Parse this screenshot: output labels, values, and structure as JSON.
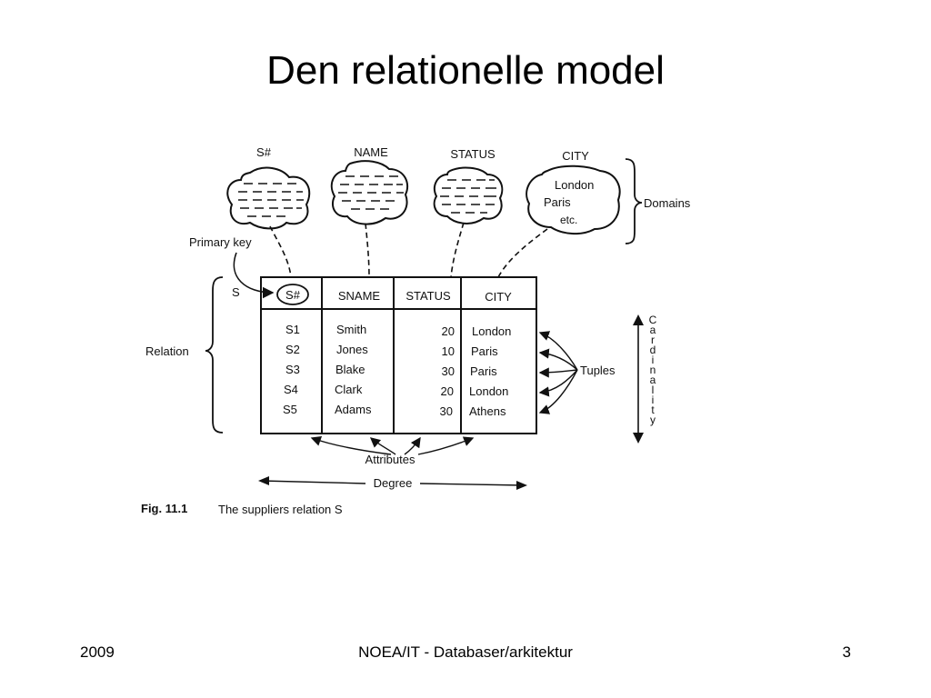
{
  "slide": {
    "title": "Den relationelle model"
  },
  "figure": {
    "domains": [
      {
        "name": "S#"
      },
      {
        "name": "NAME"
      },
      {
        "name": "STATUS"
      },
      {
        "name": "CITY",
        "values": [
          "London",
          "Paris",
          "etc."
        ]
      }
    ],
    "labels": {
      "domains": "Domains",
      "primary_key": "Primary key",
      "relation_name": "S",
      "relation": "Relation",
      "tuples": "Tuples",
      "cardinality": "Cardinality",
      "attributes": "Attributes",
      "degree": "Degree"
    },
    "table": {
      "headers": [
        "S#",
        "SNAME",
        "STATUS",
        "CITY"
      ],
      "rows": [
        [
          "S1",
          "Smith",
          "20",
          "London"
        ],
        [
          "S2",
          "Jones",
          "10",
          "Paris"
        ],
        [
          "S3",
          "Blake",
          "30",
          "Paris"
        ],
        [
          "S4",
          "Clark",
          "20",
          "London"
        ],
        [
          "S5",
          "Adams",
          "30",
          "Athens"
        ]
      ]
    },
    "caption": {
      "number": "Fig. 11.1",
      "text": "The suppliers relation S"
    }
  },
  "footer": {
    "left": "2009",
    "center": "NOEA/IT - Databaser/arkitektur",
    "right": "3"
  }
}
